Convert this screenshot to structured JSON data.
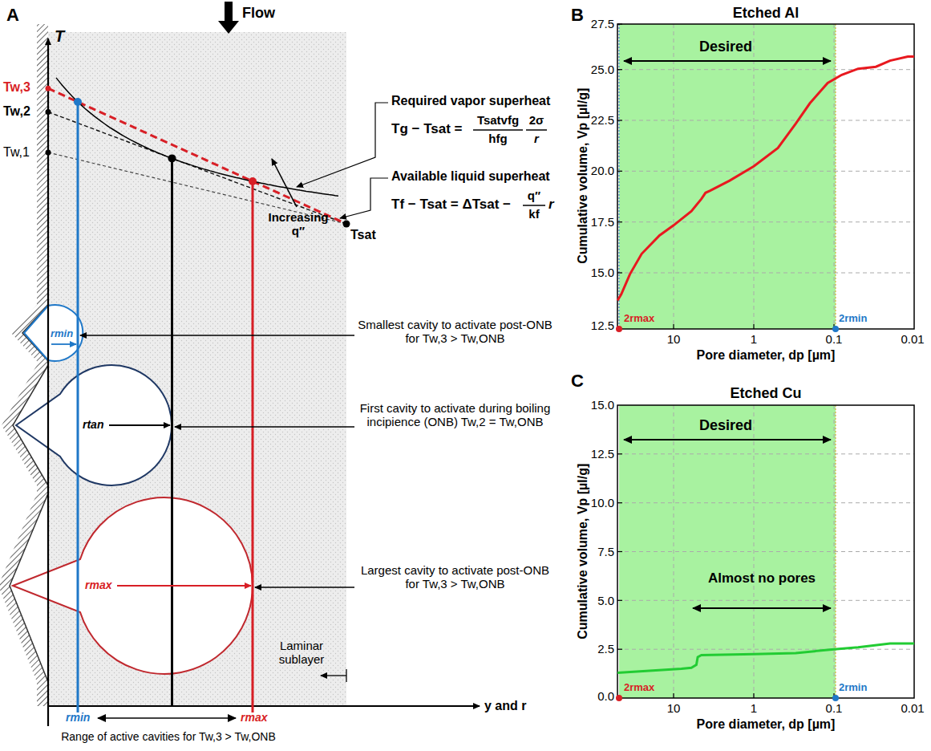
{
  "diagram": {
    "labels": [
      "A",
      "T",
      "Flow",
      "Tw,3",
      "Tw,2",
      "Tw,1",
      "Required vapor superheat",
      "Tg − Tsat =",
      "Tsatvfg",
      "hfg",
      "2σ",
      "r",
      "Available liquid superheat",
      "Tf − Tsat = ΔTsat −",
      "q′′",
      "kf",
      "r",
      "Tsat",
      "Increasing q′′",
      "rmin",
      "rtan",
      "rmax",
      "Smallest cavity to activate post-ONB for Tw,3 > Tw,ONB",
      "First cavity to activate during boiling incipience (ONB) Tw,2 = Tw,ONB",
      "Largest cavity to activate post-ONB for Tw,3 > Tw,ONB",
      "Laminar sublayer",
      "y and r",
      "rmin",
      "rmax",
      "Range of active cavities for Tw,3 > Tw,ONB",
      "B",
      "Etched Al",
      "Cumulative volume, Vp [µl/g]",
      "27.5",
      "25.0",
      "22.5",
      "20.0",
      "17.5",
      "15.0",
      "12.5",
      "Desired",
      "2rmax",
      "2rmin",
      "10",
      "1",
      "0.1",
      "0.01",
      "Pore diameter, dp [µm]",
      "C",
      "Etched Cu",
      "Cumulative volume, Vp [µl/g]",
      "15.0",
      "12.5",
      "10.0",
      "7.5",
      "5.0",
      "2.5",
      "0.0",
      "Desired",
      "Almost no pores",
      "2rmax",
      "2rmin",
      "10",
      "1",
      "0.1",
      "0.01",
      "Pore diameter, dp [µm]"
    ]
  }
}
